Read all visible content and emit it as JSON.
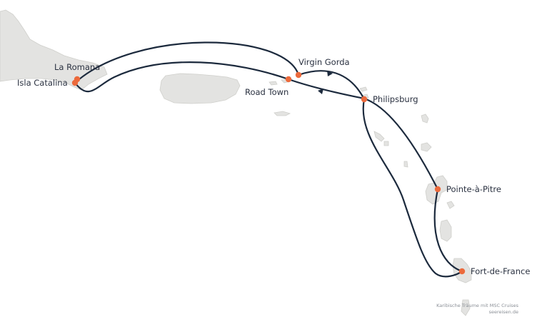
{
  "map": {
    "colors": {
      "land": "#e3e3e1",
      "coast": "#cfcfcb",
      "route": "#1c2a3d",
      "port": "#ec6a3c"
    },
    "ports": [
      {
        "id": "la-romana",
        "name": "La Romana"
      },
      {
        "id": "isla-catalina",
        "name": "Isla Catalina"
      },
      {
        "id": "virgin-gorda",
        "name": "Virgin Gorda"
      },
      {
        "id": "road-town",
        "name": "Road Town"
      },
      {
        "id": "philipsburg",
        "name": "Philipsburg"
      },
      {
        "id": "pointe-a-pitre",
        "name": "Pointe-à-Pitre"
      },
      {
        "id": "fort-de-france",
        "name": "Fort-de-France"
      }
    ]
  },
  "credit": {
    "line1": "Karibische Träume mit MSC Cruises",
    "line2": "seereisen.de"
  }
}
